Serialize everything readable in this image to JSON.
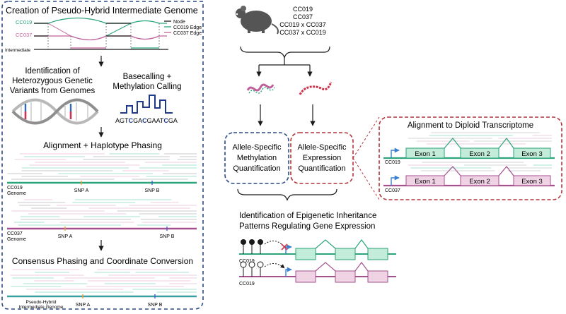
{
  "left_panel": {
    "title": "Creation of Pseudo-Hybrid Intermediate Genome",
    "track_labels": {
      "cc019": "CC019",
      "cc037": "CC037",
      "intermediate": "Intermediate"
    },
    "legend": {
      "node": "Node",
      "cc019_edge": "CC019 Edge",
      "cc037_edge": "CC037 Edge"
    },
    "variants_label_1": "Identification of",
    "variants_label_2": "Heterozygous Genetic",
    "variants_label_3": "Variants from Genomes",
    "basecalling_label_1": "Basecalling +",
    "basecalling_label_2": "Methylation Calling",
    "sequence_parts": [
      "AGT",
      "C",
      "GA",
      "C",
      "GAAT",
      "C",
      "GA"
    ],
    "alignment_title": "Alignment + Haplotype Phasing",
    "cc019_genome_1": "CC019",
    "cc019_genome_2": "Genome",
    "cc037_genome_1": "CC037",
    "cc037_genome_2": "Genome",
    "snp_a": "SNP A",
    "snp_b": "SNP B",
    "consensus_title": "Consensus Phasing and Coordinate Conversion",
    "pseudo_hybrid_1": "Pseudo-Hybrid",
    "pseudo_hybrid_2": "Intermediate Genome"
  },
  "strains": [
    "CC019",
    "CC037",
    "CC019 x CC037",
    "CC037 x CC019"
  ],
  "methylation_box": {
    "line1": "Allele-Specific",
    "line2": "Methylation",
    "line3": "Quantification"
  },
  "expression_box": {
    "line1": "Allele-Specific",
    "line2": "Expression",
    "line3": "Quantification"
  },
  "diploid": {
    "title": "Alignment to Diploid Transcriptome",
    "exons": [
      "Exon 1",
      "Exon 2",
      "Exon 3"
    ],
    "cc019": "CC019",
    "cc037": "CC037"
  },
  "epigenetic": {
    "title_1": "Identification of Epigenetic Inheritance",
    "title_2": "Patterns Regulating Gene Expression",
    "label_top": "CC019",
    "label_bottom": "CC019"
  },
  "colors": {
    "cc019": "#2aa57a",
    "cc037": "#c0609a",
    "cc019_light": "#a8e3cf",
    "cc037_light": "#eccde0",
    "navy": "#1f3a8a",
    "dashed_blue": "#2c4a86",
    "dashed_red": "#b2343c",
    "arrow_blue": "#3a7fd0",
    "x_red": "#d0334a"
  }
}
